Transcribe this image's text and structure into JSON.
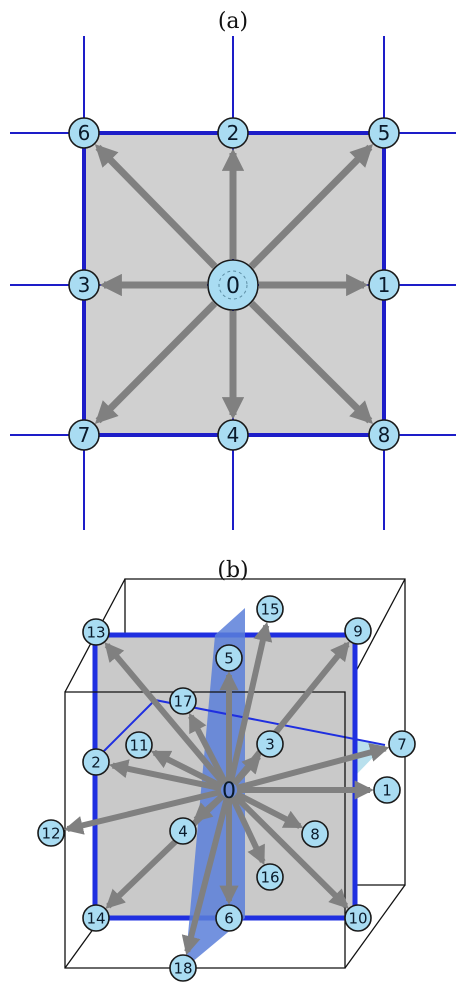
{
  "panel_a": {
    "caption": "(a)",
    "center_label": "0",
    "nodes": [
      "1",
      "2",
      "3",
      "4",
      "5",
      "6",
      "7",
      "8"
    ]
  },
  "panel_b": {
    "caption": "(b)",
    "center_label": "0",
    "nodes": [
      "1",
      "2",
      "3",
      "4",
      "5",
      "6",
      "7",
      "8",
      "9",
      "10",
      "11",
      "12",
      "13",
      "14",
      "15",
      "16",
      "17",
      "18"
    ]
  },
  "colors": {
    "grid_line": "#1d1dc8",
    "cell_fill": "#d0d0d0",
    "arrow": "#808080",
    "node_fill": "#a9dcf2",
    "node_stroke": "#1a1a1a",
    "plane_blue": "#5b7fd9",
    "plane_cyan": "#a8d8e8",
    "cube_edge": "#111111"
  }
}
